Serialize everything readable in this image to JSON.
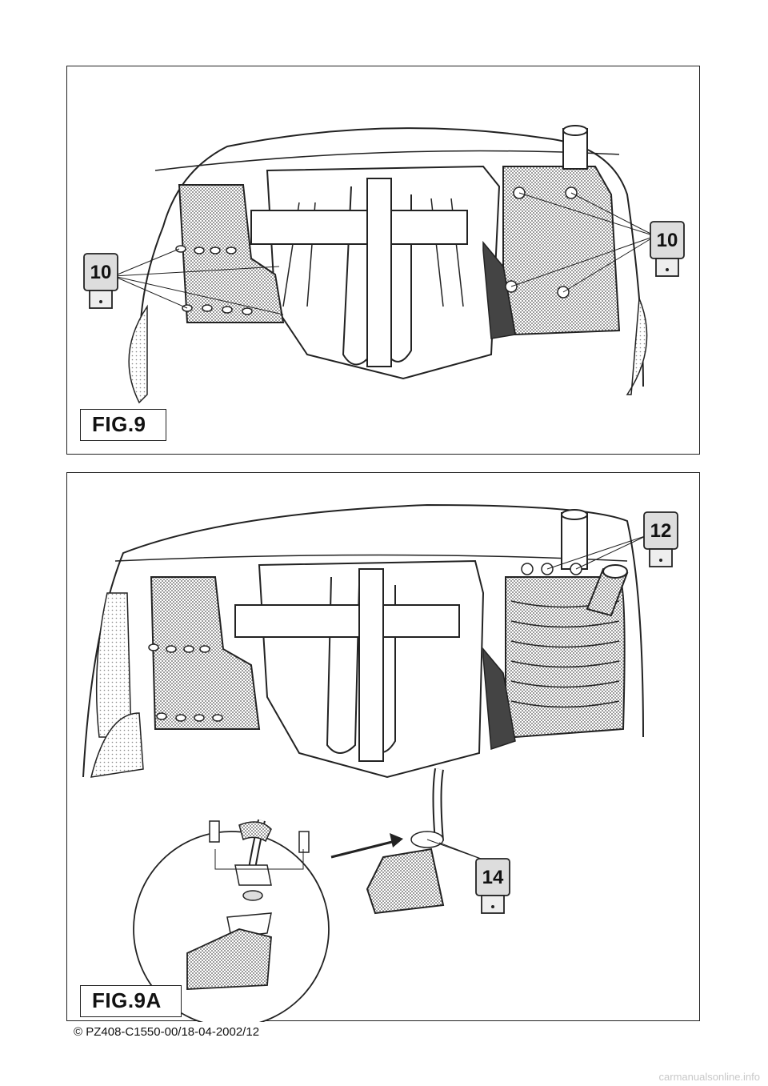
{
  "figures": [
    {
      "label": "FIG.9",
      "callouts": [
        "10",
        "10"
      ]
    },
    {
      "label": "FIG.9A",
      "callouts": [
        "12",
        "14"
      ]
    }
  ],
  "footer": "© PZ408-C1550-00/18-04-2002/12",
  "watermark": "carmanualsonline.info",
  "icons": {
    "socket": "socket-wrench-icon",
    "shield": "heat-shield-illustration",
    "muffler": "exhaust-muffler-illustration",
    "catalyst": "catalytic-converter-illustration"
  }
}
